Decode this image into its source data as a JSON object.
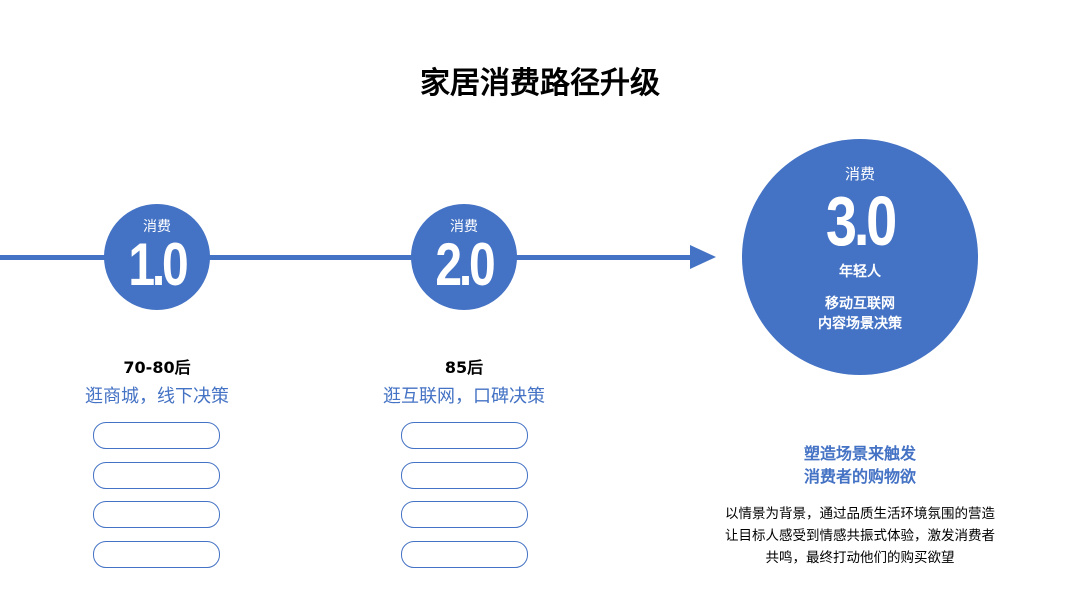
{
  "title": "家居消费路径升级",
  "accent_color": "#4472C4",
  "stages": [
    {
      "label": "消费",
      "version": "1.0",
      "generation": "70-80后",
      "description": "逛商城，线下决策"
    },
    {
      "label": "消费",
      "version": "2.0",
      "generation": "85后",
      "description": "逛互联网，口碑决策"
    },
    {
      "label": "消费",
      "version": "3.0",
      "generation": "年轻人",
      "lines": [
        "移动互联网",
        "内容场景决策"
      ]
    }
  ],
  "highlight": [
    "塑造场景来触发",
    "消费者的购物欲"
  ],
  "body": [
    "以情景为背景，通过品质生活环境氛围的营造",
    "让目标人感受到情感共振式体验，激发消费者",
    "共鸣，最终打动他们的购买欲望"
  ]
}
